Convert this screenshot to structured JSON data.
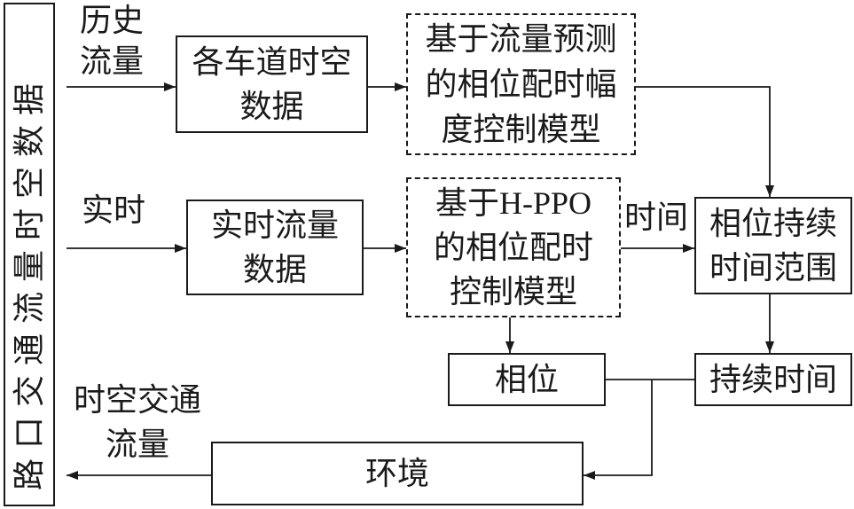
{
  "diagram": {
    "source_box": {
      "label": "路口交通流量时空数据"
    },
    "edge_labels": {
      "historical_flow": [
        "历史",
        "流量"
      ],
      "realtime": [
        "实时"
      ],
      "time": [
        "时间"
      ],
      "spatiotemporal_traffic_flow": [
        "时空交通",
        "流量"
      ]
    },
    "nodes": {
      "lane_spatiotemporal_data": [
        "各车道时空",
        "数据"
      ],
      "flow_prediction_timing_model": [
        "基于流量预测",
        "的相位配时幅",
        "度控制模型"
      ],
      "realtime_flow_data": [
        "实时流量",
        "数据"
      ],
      "hppo_timing_model": [
        "基于H-PPO",
        "的相位配时",
        "控制模型"
      ],
      "phase_duration_range": [
        "相位持续",
        "时间范围"
      ],
      "phase": [
        "相位"
      ],
      "duration": [
        "持续时间"
      ],
      "environment": [
        "环境"
      ]
    }
  },
  "style": {
    "stroke": "#1a1a1a",
    "background": "#ffffff"
  }
}
